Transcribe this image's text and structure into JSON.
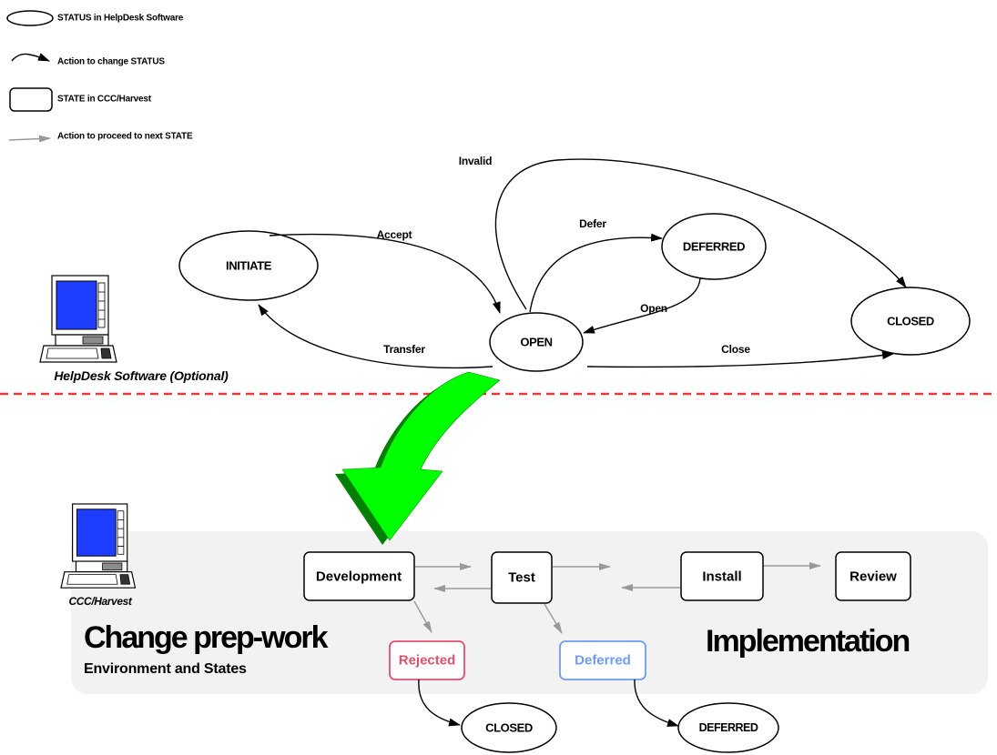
{
  "legend": {
    "status": "STATUS in HelpDesk Software",
    "status_action": "Action to change STATUS",
    "state": "STATE in CCC/Harvest",
    "state_action": "Action to proceed to next STATE"
  },
  "helpdesk": {
    "caption": "HelpDesk Software (Optional)",
    "icon": "computer-icon",
    "statuses": {
      "initiate": "INITIATE",
      "open": "OPEN",
      "deferred": "DEFERRED",
      "closed": "CLOSED"
    },
    "actions": {
      "accept": "Accept",
      "transfer": "Transfer",
      "close": "Close",
      "defer": "Defer",
      "open": "Open",
      "invalid": "Invalid"
    }
  },
  "harvest": {
    "caption": "CCC/Harvest",
    "icon": "computer-icon",
    "states": {
      "development": "Development",
      "test": "Test",
      "install": "Install",
      "review": "Review",
      "rejected": "Rejected",
      "deferred": "Deferred"
    },
    "statuses": {
      "closed": "CLOSED",
      "deferred": "DEFERRED"
    },
    "prep_title": "Change prep-work",
    "prep_subtitle": "Environment and States",
    "implementation_title": "Implementation"
  },
  "colors": {
    "divider": "#e23b3b",
    "handoff_arrow": "#00ff00",
    "handoff_arrow_shadow": "#008000",
    "next_state_arrow": "#999999",
    "panel": "#f2f2f2",
    "rejected": "#e0506e",
    "deferred": "#6f9cf0",
    "screen": "#1f3dff"
  }
}
